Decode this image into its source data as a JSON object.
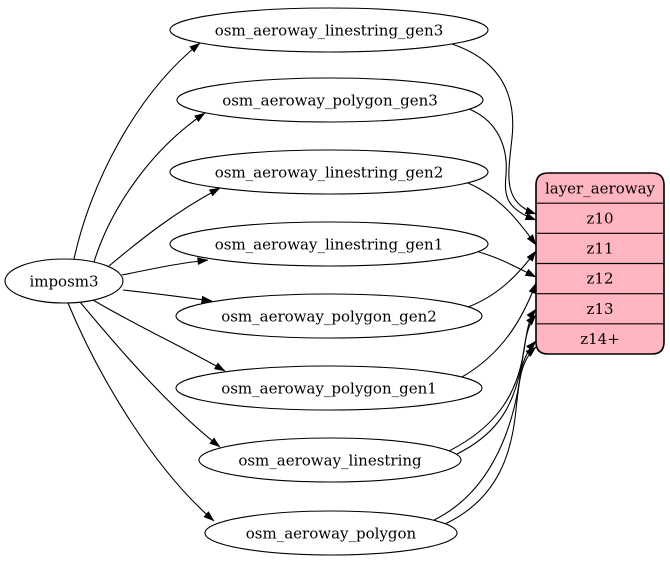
{
  "diagram": {
    "type": "graphviz-digraph",
    "background": "#ffffff",
    "stroke_color": "#000000",
    "node_fill": "#ffffff",
    "source_node": {
      "label": "imposm3"
    },
    "table_nodes": [
      {
        "label": "osm_aeroway_linestring_gen3"
      },
      {
        "label": "osm_aeroway_polygon_gen3"
      },
      {
        "label": "osm_aeroway_linestring_gen2"
      },
      {
        "label": "osm_aeroway_linestring_gen1"
      },
      {
        "label": "osm_aeroway_polygon_gen2"
      },
      {
        "label": "osm_aeroway_polygon_gen1"
      },
      {
        "label": "osm_aeroway_linestring"
      },
      {
        "label": "osm_aeroway_polygon"
      }
    ],
    "layer_node": {
      "title": "layer_aeroway",
      "fill": "#ffb6c1",
      "zoom_rows": [
        "z10",
        "z11",
        "z12",
        "z13",
        "z14+"
      ]
    },
    "edges": [
      {
        "from": "imposm3",
        "to": "osm_aeroway_linestring_gen3"
      },
      {
        "from": "imposm3",
        "to": "osm_aeroway_polygon_gen3"
      },
      {
        "from": "imposm3",
        "to": "osm_aeroway_linestring_gen2"
      },
      {
        "from": "imposm3",
        "to": "osm_aeroway_linestring_gen1"
      },
      {
        "from": "imposm3",
        "to": "osm_aeroway_polygon_gen2"
      },
      {
        "from": "imposm3",
        "to": "osm_aeroway_polygon_gen1"
      },
      {
        "from": "imposm3",
        "to": "osm_aeroway_linestring"
      },
      {
        "from": "imposm3",
        "to": "osm_aeroway_polygon"
      },
      {
        "from": "osm_aeroway_linestring_gen3",
        "to": "z10"
      },
      {
        "from": "osm_aeroway_polygon_gen3",
        "to": "z10"
      },
      {
        "from": "osm_aeroway_linestring_gen2",
        "to": "z11"
      },
      {
        "from": "osm_aeroway_polygon_gen2",
        "to": "z11"
      },
      {
        "from": "osm_aeroway_linestring_gen1",
        "to": "z12"
      },
      {
        "from": "osm_aeroway_polygon_gen1",
        "to": "z12"
      },
      {
        "from": "osm_aeroway_linestring",
        "to": "z13"
      },
      {
        "from": "osm_aeroway_linestring",
        "to": "z14+"
      },
      {
        "from": "osm_aeroway_polygon",
        "to": "z13"
      },
      {
        "from": "osm_aeroway_polygon",
        "to": "z14+"
      }
    ]
  }
}
